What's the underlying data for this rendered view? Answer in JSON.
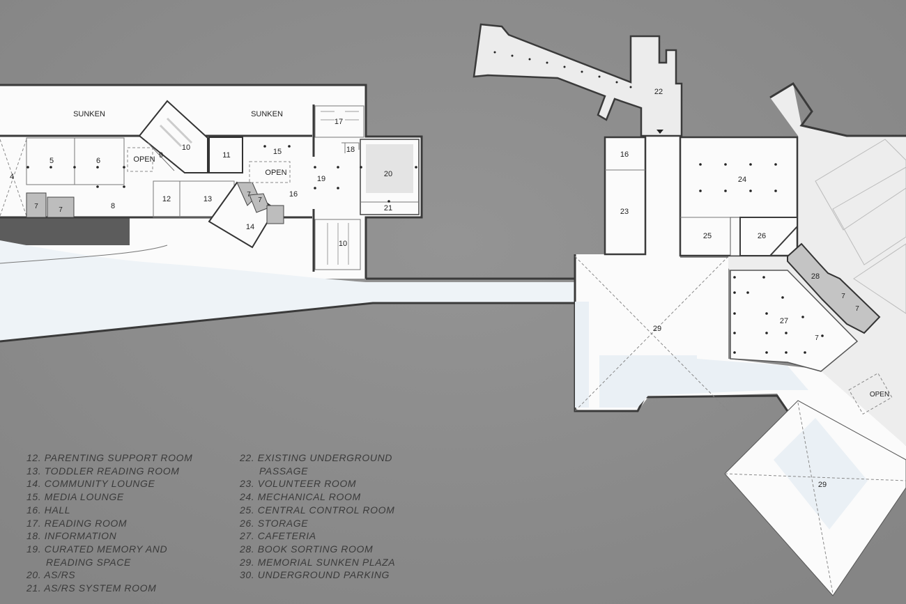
{
  "plan": {
    "sunken_labels": [
      "SUNKEN",
      "SUNKEN"
    ],
    "open_labels": [
      "OPEN",
      "OPEN",
      "OPEN"
    ],
    "rooms": {
      "r4": "4",
      "r5": "5",
      "r6": "6",
      "r7": "7",
      "r8": "8",
      "r9": "9",
      "r10": "10",
      "r11": "11",
      "r12": "12",
      "r13": "13",
      "r14": "14",
      "r15": "15",
      "r16": "16",
      "r17": "17",
      "r18": "18",
      "r19": "19",
      "r20": "20",
      "r21": "21",
      "r22": "22",
      "r23": "23",
      "r24": "24",
      "r25": "25",
      "r26": "26",
      "r27": "27",
      "r28": "28",
      "r29": "29"
    }
  },
  "legend": {
    "col1": [
      "12.  PARENTING SUPPORT ROOM",
      "13.  TODDLER READING ROOM",
      "14.  COMMUNITY LOUNGE",
      "15.  MEDIA LOUNGE",
      "16.  HALL",
      "17.  READING ROOM",
      "18.  INFORMATION",
      "19.  CURATED MEMORY AND",
      "READING SPACE",
      "20.  AS/RS",
      "21.  AS/RS SYSTEM ROOM"
    ],
    "col2": [
      "22.  EXISTING UNDERGROUND",
      "PASSAGE",
      "23.  VOLUNTEER ROOM",
      "24.  MECHANICAL ROOM",
      "25.  CENTRAL CONTROL ROOM",
      "26.  STORAGE",
      "27.  CAFETERIA",
      "28.  BOOK SORTING ROOM",
      "29.  MEMORIAL SUNKEN PLAZA",
      "30.  UNDERGROUND PARKING"
    ]
  }
}
